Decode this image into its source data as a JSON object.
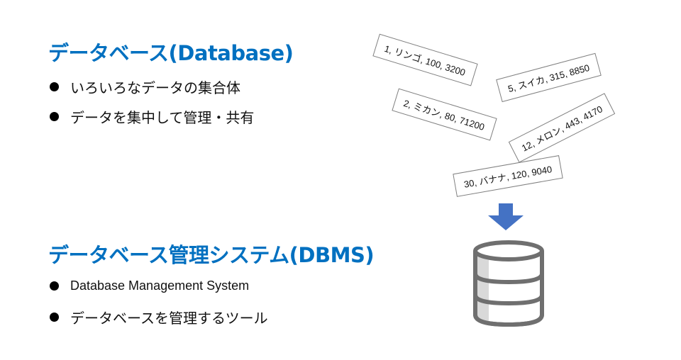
{
  "section1": {
    "heading": "データベース(Database)",
    "bullets": [
      "いろいろなデータの集合体",
      "データを集中して管理・共有"
    ]
  },
  "section2": {
    "heading": "データベース管理システム(DBMS)",
    "bullets": [
      "Database Management System",
      "データベースを管理するツール"
    ]
  },
  "records": [
    "1, リンゴ, 100, 3200",
    "5, スイカ, 315, 8850",
    "2, ミカン, 80, 71200",
    "12, メロン, 443, 4170",
    "30, バナナ, 120, 9040"
  ],
  "colors": {
    "heading": "#0070c0",
    "arrow": "#4472c4",
    "database_stroke": "#6f6f6f",
    "database_shade": "#d9d9d9"
  }
}
